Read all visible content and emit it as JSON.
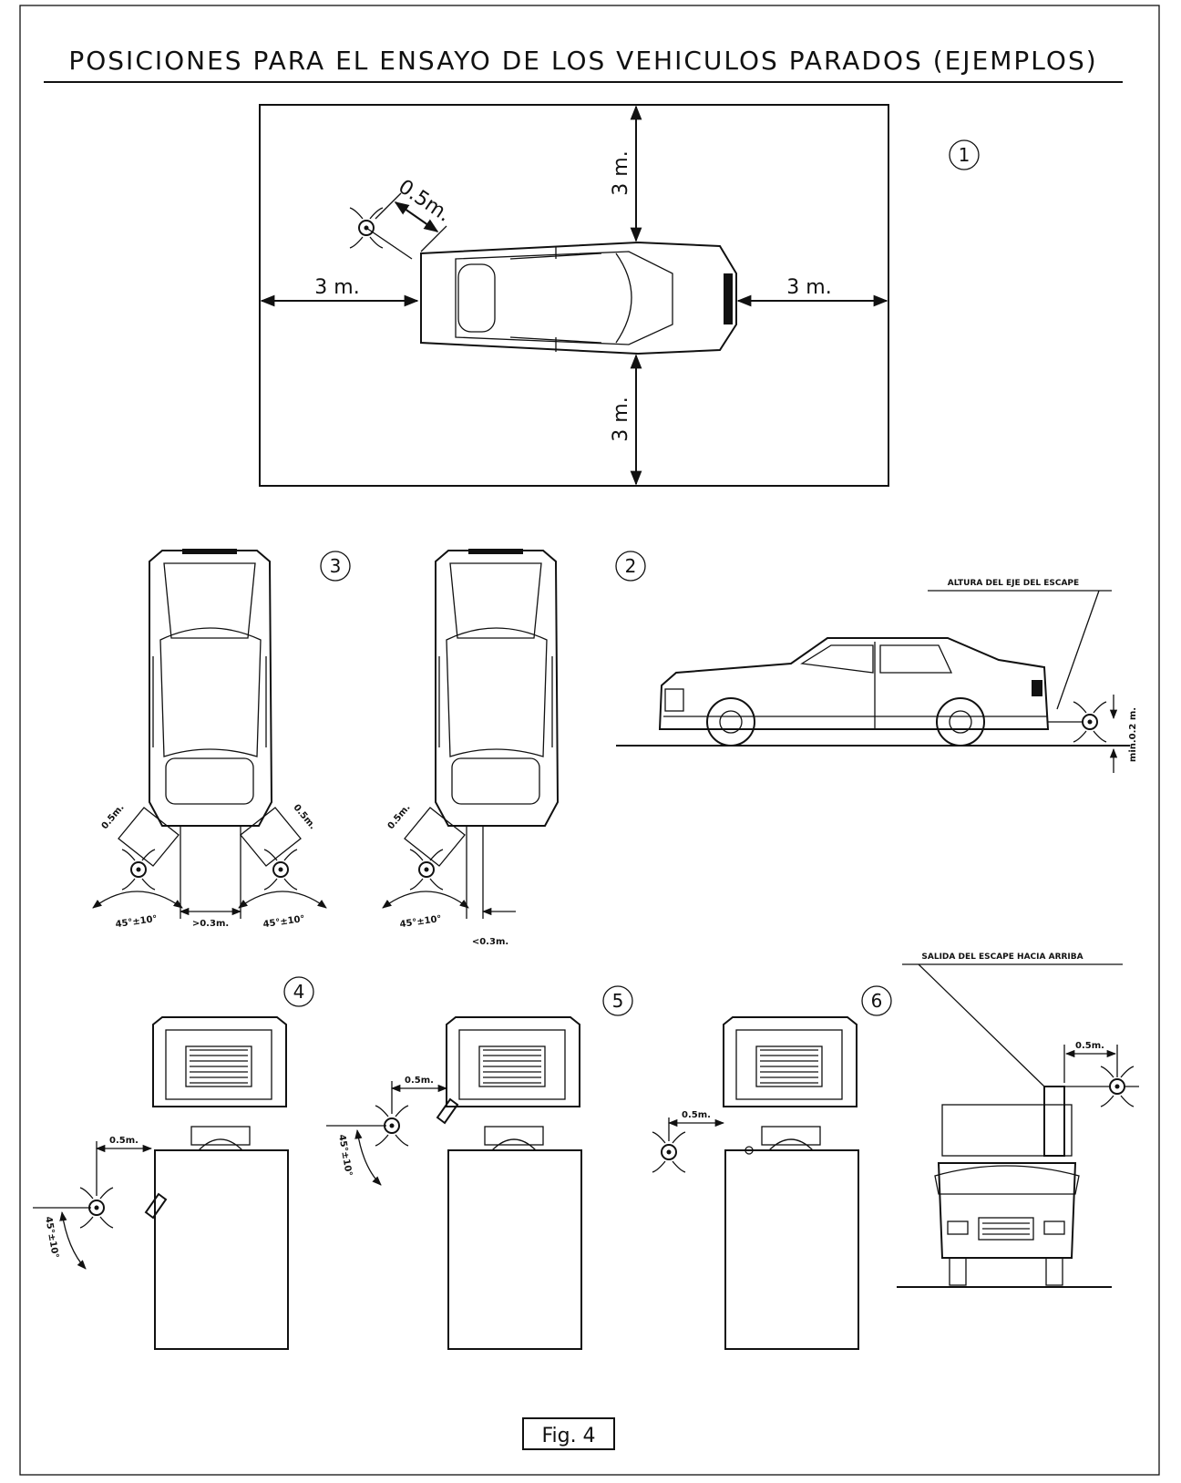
{
  "title": "POSICIONES PARA EL ENSAYO DE LOS VEHICULOS PARADOS (EJEMPLOS)",
  "figure_label": "Fig. 4",
  "positions": {
    "p1": "1",
    "p2": "2",
    "p3": "3",
    "p4": "4",
    "p5": "5",
    "p6": "6"
  },
  "dims": {
    "three_m": "3 m.",
    "half_m": "0.5m.",
    "half_m_small": "0.5m.",
    "gt_03": ">0.3m.",
    "lt_03": "<0.3m.",
    "angle": "45°±10°",
    "min_02": "min.0.2 m."
  },
  "labels": {
    "exhaust_axis_height": "ALTURA DEL EJE DEL ESCAPE",
    "exhaust_outlet_up": "SALIDA DEL ESCAPE HACIA ARRIBA"
  }
}
